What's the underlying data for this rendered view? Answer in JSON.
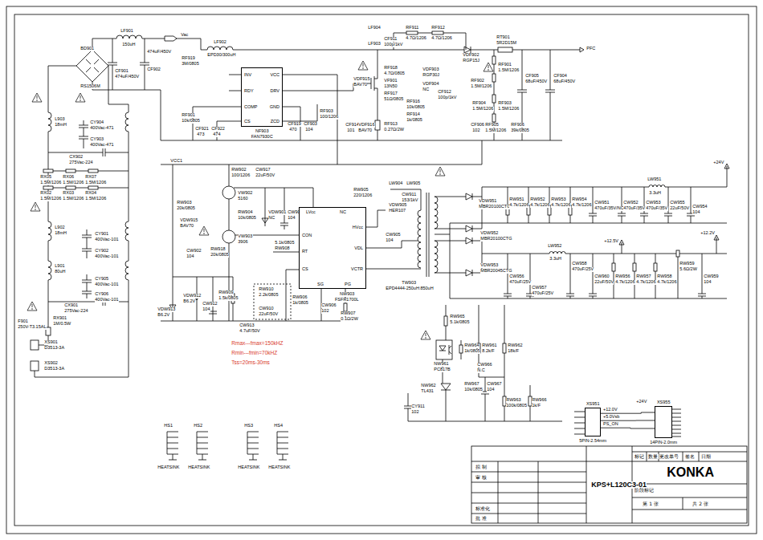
{
  "diagram": {
    "nodes": [
      {
        "text": [
          "NF903",
          "FAN7930C",
          "INV",
          "RDY",
          "COMP",
          "CS",
          "VCC",
          "DRV",
          "GND",
          "ZCD"
        ]
      },
      {
        "text": [
          "NW903",
          "FSFR1700L",
          "LVcc",
          "NC",
          "HVcc",
          "VDL",
          "CON",
          "RT",
          "CS",
          "VCTR",
          "SG",
          "PG"
        ]
      },
      {
        "text": [
          "XS951",
          "5PIN-2.54mm"
        ]
      },
      {
        "text": [
          "XS955",
          "14PIN-2.0mm"
        ]
      }
    ],
    "edges": [
      {
        "from": 2,
        "to": 3,
        "arrow": "none",
        "label": "+12.0V"
      },
      {
        "from": 2,
        "to": 3,
        "arrow": "none",
        "label": "+5.0Vsb"
      },
      {
        "from": 2,
        "to": 3,
        "arrow": "none",
        "label": "PS_ON"
      }
    ],
    "labels": [
      "LF901",
      "150uH",
      "BD901",
      "RS1506M",
      "CF901",
      "474uF/450V",
      "474uF/450V",
      "CF902",
      "Vac",
      "L903",
      "18mH",
      "CY904",
      "400Vac-471",
      "CY903",
      "400Vac-471",
      "CX902",
      "275Vac-224",
      "RX05",
      "1.5M/1206",
      "RX06",
      "1.5M/1206",
      "RX07",
      "1.5M/1206",
      "RX02",
      "1.5M/1206",
      "RX03",
      "1.5M/1206",
      "RX04",
      "1.5M/1206",
      "L902",
      "18mH",
      "CY901",
      "400Vac-101",
      "CY902",
      "400Vac-101",
      "L901",
      "80uH",
      "CY905",
      "400Vac-101",
      "CY906",
      "400Vac-101",
      "CX901",
      "275Vac-224",
      "RX901",
      "1M/0.5W",
      "F901",
      "250V-T3.15AL",
      "XS901",
      "D3513-3A",
      "XS902",
      "D3513-3A",
      "LF902",
      "EPD30/300uH",
      "RF919",
      "3M/0805",
      "RF901",
      "10k/0805",
      "CF921",
      "473",
      "CF922",
      "474",
      "CF919",
      "470",
      "CF903",
      "104",
      "RF903",
      "100/1206",
      "LF904",
      "LF903",
      "CF911",
      "100p/1kV",
      "RF911",
      "4.7Ω/1206",
      "RF912",
      "4.7Ω/1206",
      "VDF902",
      "RGP15J",
      "RT901",
      "5R2D15M",
      "PFC",
      "VDF903",
      "RGP30J",
      "VDF904",
      "NC",
      "VDF915",
      "BAV70",
      "RF918",
      "4.7Ω/0805",
      "VF901",
      "13N50",
      "RF917",
      "51Ω/0805",
      "RF916",
      "10k/0805",
      "CF912",
      "100p/1kV",
      "RF901",
      "1.5M/1206",
      "RF902",
      "1.5M/1206",
      "CF905",
      "68uF/450V",
      "CF904",
      "68uF/450V",
      "RF904",
      "1.5M/1206",
      "RF903",
      "1.5M/1206",
      "RF914",
      "1k/0805",
      "RF913",
      "0.27Ω/2W",
      "CF914",
      "101",
      "VDF916",
      "BAV70",
      "CF906",
      "102",
      "RF905",
      "1.5M/1206",
      "RF906",
      "39k/0805",
      "VCC1",
      "RW902",
      "100/1206",
      "CW917",
      "22uF/50V",
      "RW903",
      "20k/0805",
      "VDW915",
      "BAV70",
      "VW902",
      "5160",
      "RW904",
      "10k/0805",
      "VDW901",
      "NC",
      "CW901",
      "104",
      "VW903",
      "3906",
      "RW918",
      "20k/0805",
      "CW902",
      "104",
      "RW905",
      "220/1206",
      "VDW905",
      "HER107",
      "5.1k/0805",
      "RW908",
      "LW904",
      "LW905",
      "CW911",
      "153/1kV",
      "CW905",
      "104",
      "TW903",
      "EPD4444-250uH:850uH",
      "VDW913",
      "B6.2V",
      "VDW912",
      "B6.2V",
      "CW912",
      "104",
      "RW909",
      "1.5k/0805",
      "RW910",
      "2.2k/0805",
      "CW910",
      "22uF/50V",
      "CW913",
      "4.7uF/50V",
      "RW906",
      "1k/0805",
      "CW906",
      "102",
      "RW907",
      "0.1Ω/2W",
      "Rmax---fmax=150kHZ",
      "Rmin---fmin=70kHZ",
      "Tss=20ms-30ms",
      "VDW951",
      "MBR20100CTG",
      "VDW952",
      "MBR20100CTG",
      "VDW953",
      "MBR20045CTG",
      "RW951",
      "4.7k/1206",
      "RW952",
      "4.7k/1206",
      "RW953",
      "4.7k/1206",
      "RW954",
      "4.7k/1206",
      "LW951",
      "3.3uH",
      "+24V",
      "CW951",
      "470uF/35V/NC",
      "CW952",
      "470uF/35V",
      "CW953",
      "470uF/35V",
      "CW955",
      "22uF/50V",
      "CW954",
      "104",
      "+12.5V",
      "+12.2V",
      "LW952",
      "3.3uH",
      "CW956",
      "470uF/25V",
      "CW957",
      "470uF/25V",
      "CW958",
      "470uF/25V",
      "CW960",
      "22uF/50V",
      "RW956",
      "4.7k/1206",
      "RW957",
      "4.7k/1206",
      "RW958",
      "4.7k/1206",
      "RW959",
      "5.6Ω/2W",
      "CW959",
      "104",
      "RW965",
      "5.1k/0805",
      "RW964",
      "1k/0805",
      "NW961",
      "PC817B",
      "RW961",
      "8.2k/F",
      "RW962",
      "18k/F",
      "CW966",
      "N.C",
      "NW962",
      "TL431",
      "RW967",
      "10k/0805",
      "CW967",
      "104",
      "RW963",
      "100k/0805",
      "RW966",
      "1k/F",
      "CY911",
      "102",
      "+24V",
      "HS1",
      "HEATSINK",
      "HS2",
      "HEATSINK",
      "HS3",
      "HEATSINK",
      "HS4",
      "HEATSINK",
      "标记",
      "数量",
      "更改单号",
      "签名",
      "日期",
      "KONKA",
      "拟 制",
      "审 核",
      "KPS+L120C3-01",
      "阶段标记",
      "第 1 张",
      "共 2 张",
      "标准化",
      "批 准"
    ]
  }
}
